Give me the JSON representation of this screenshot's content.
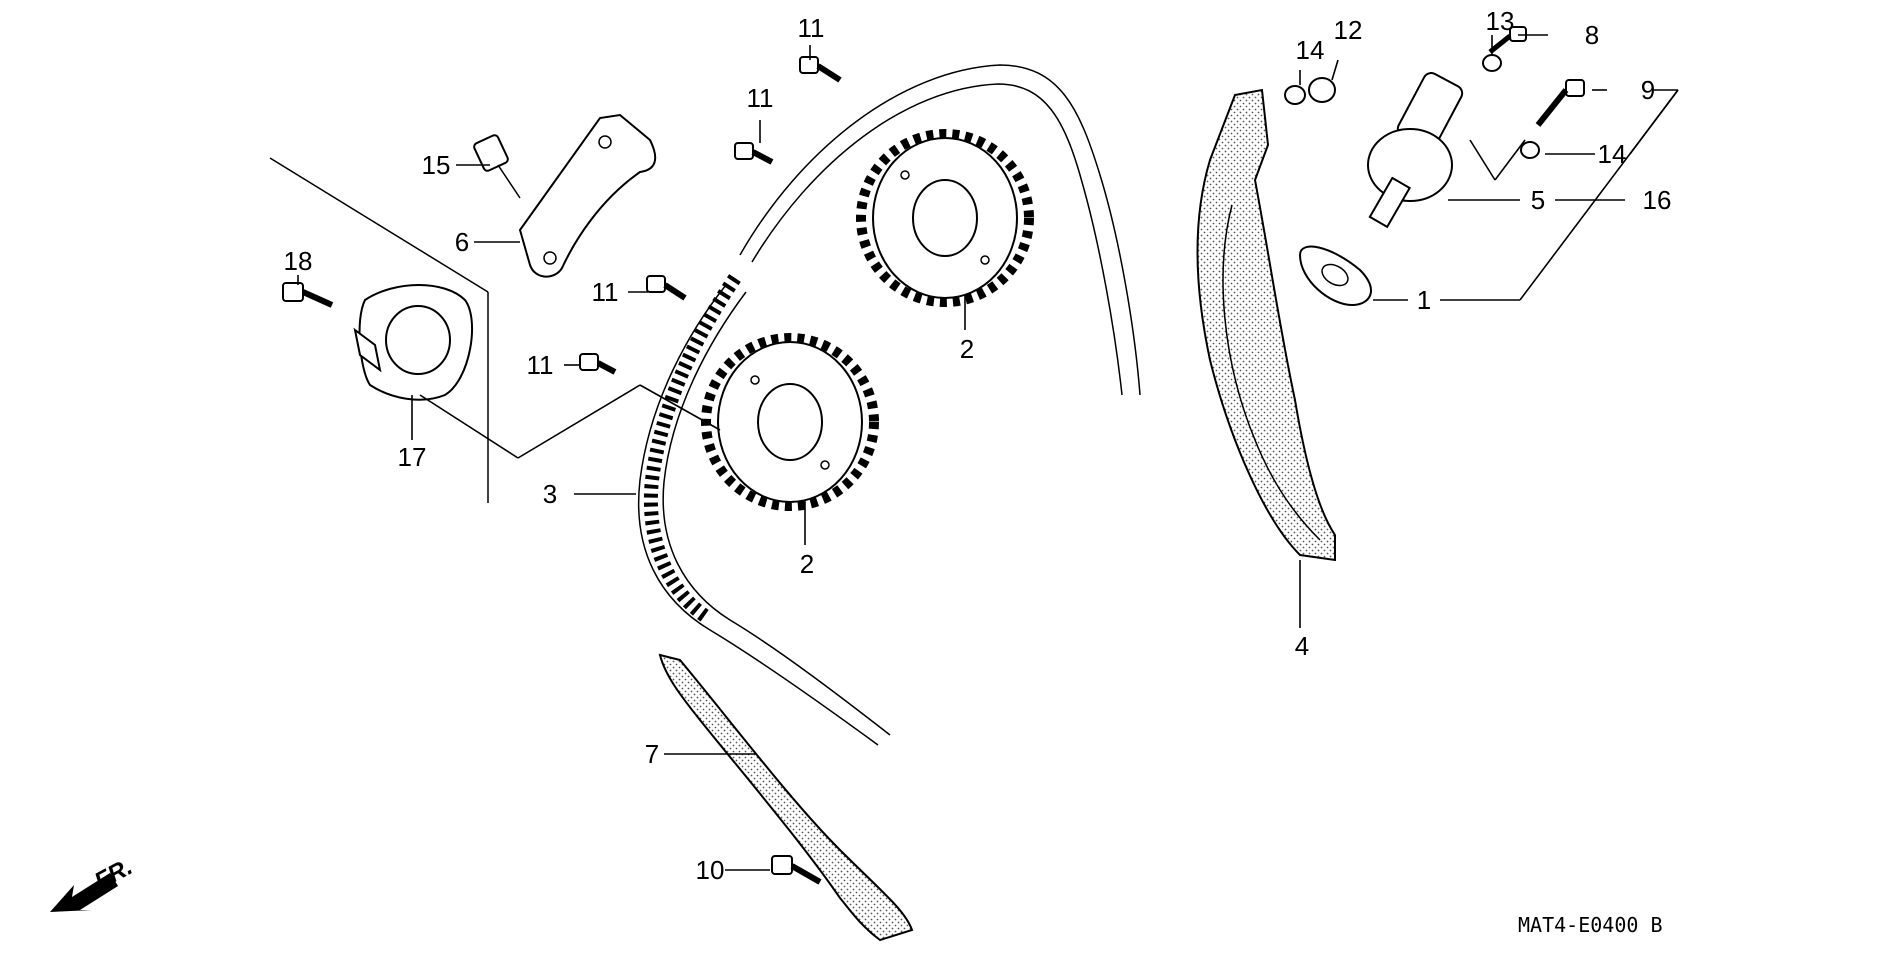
{
  "callouts": {
    "c1": "1",
    "c2a": "2",
    "c2b": "2",
    "c3": "3",
    "c4": "4",
    "c5": "5",
    "c6": "6",
    "c7": "7",
    "c8": "8",
    "c9": "9",
    "c10": "10",
    "c11a": "11",
    "c11b": "11",
    "c11c": "11",
    "c11d": "11",
    "c12": "12",
    "c13": "13",
    "c14a": "14",
    "c14b": "14",
    "c15": "15",
    "c16": "16",
    "c17": "17",
    "c18": "18"
  },
  "direction_label": "FR.",
  "diagram_code": "MAT4-E0400 B",
  "colors": {
    "ink": "#000000",
    "paper": "#ffffff",
    "stipple": "#555555"
  },
  "icons": {
    "front_arrow": "front-direction-arrow-icon"
  }
}
